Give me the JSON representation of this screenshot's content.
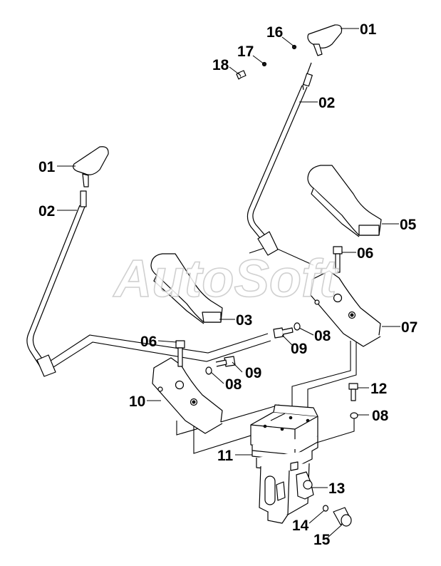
{
  "watermark": "AutoSoft",
  "callouts": {
    "c01_top": "01",
    "c16": "16",
    "c17": "17",
    "c18": "18",
    "c02_top": "02",
    "c01_left": "01",
    "c02_left": "02",
    "c05": "05",
    "c06_right": "06",
    "c03": "03",
    "c07": "07",
    "c08_mid": "08",
    "c09_mid": "09",
    "c06_left": "06",
    "c09_left": "09",
    "c08_left": "08",
    "c10": "10",
    "c12": "12",
    "c08_right": "08",
    "c11": "11",
    "c13": "13",
    "c14": "14",
    "c15": "15"
  }
}
